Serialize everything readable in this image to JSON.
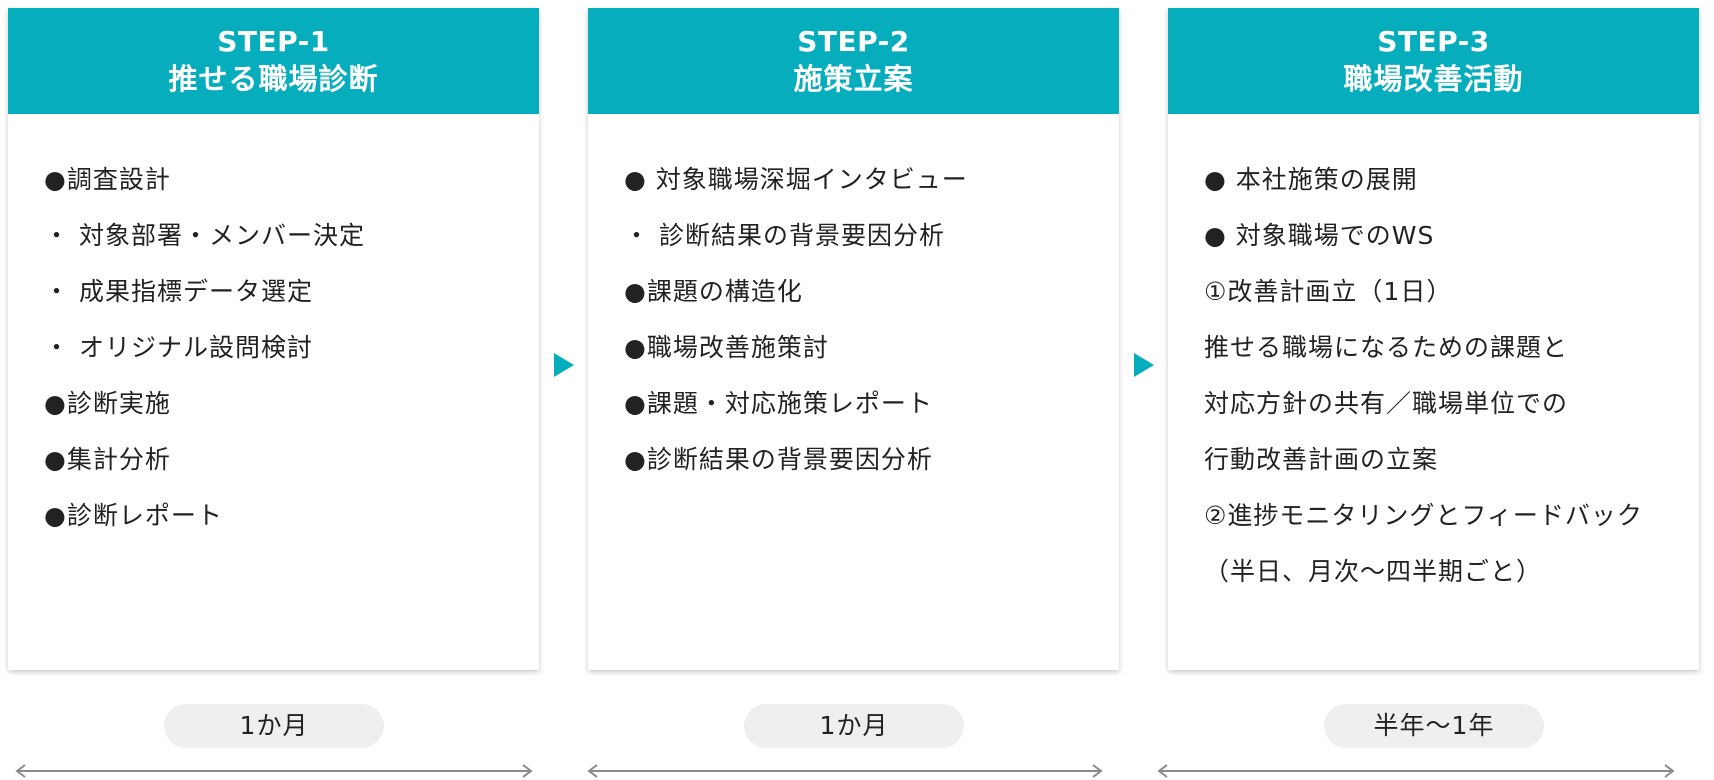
{
  "steps": [
    {
      "step_label": "STEP-1",
      "title": "推せる職場診断",
      "lines": [
        "●調査設計",
        "・ 対象部署・メンバー決定",
        "・ 成果指標データ選定",
        "・ オリジナル設問検討",
        "●診断実施",
        "●集計分析",
        "●診断レポート"
      ],
      "duration": "1か月"
    },
    {
      "step_label": "STEP-2",
      "title": "施策立案",
      "lines": [
        "● 対象職場深堀インタビュー",
        "・ 診断結果の背景要因分析",
        "●課題の構造化",
        "●職場改善施策討",
        "●課題・対応施策レポート",
        "●診断結果の背景要因分析"
      ],
      "duration": "1か月"
    },
    {
      "step_label": "STEP-3",
      "title": "職場改善活動",
      "lines": [
        "● 本社施策の展開",
        "● 対象職場でのWS",
        "①改善計画立（1日）",
        "推せる職場になるための課題と",
        "対応方針の共有／職場単位での",
        "行動改善計画の立案",
        "②進捗モニタリングとフィードバック",
        "（半日、月次〜四半期ごと）"
      ],
      "duration": "半年〜1年"
    }
  ],
  "colors": {
    "accent": "#06adbc",
    "pill": "#efefef",
    "timeline": "#8a8a8a"
  }
}
